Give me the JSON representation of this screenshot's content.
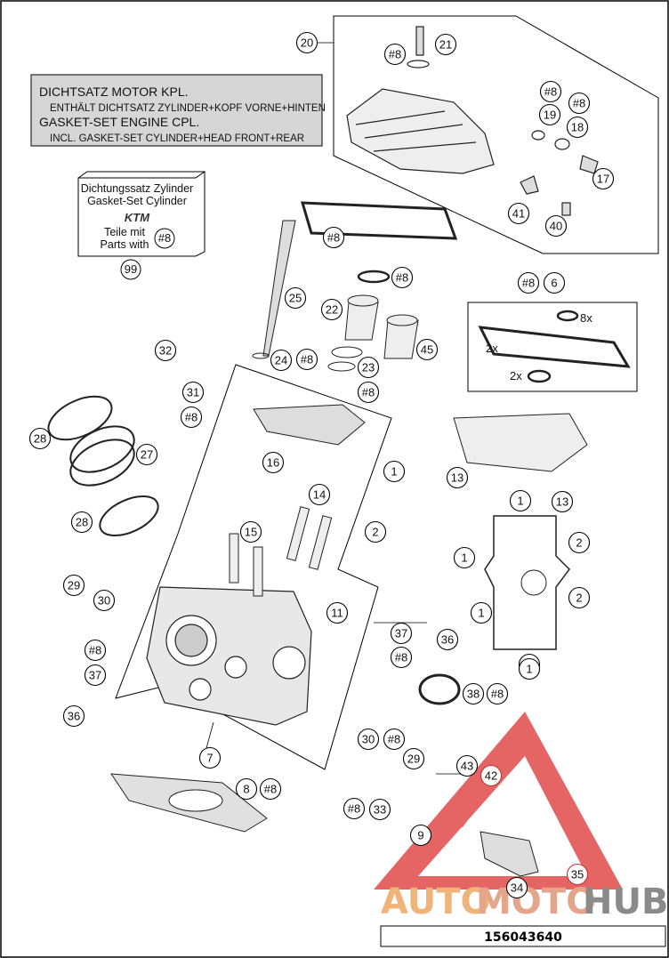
{
  "gasket_box": {
    "line1": "DICHTSATZ MOTOR KPL.",
    "line2": "ENTHÄLT DICHTSATZ ZYLINDER+KOPF VORNE+HINTEN",
    "line3": "GASKET-SET ENGINE CPL.",
    "line4": "INCL. GASKET-SET CYLINDER+HEAD FRONT+REAR"
  },
  "kit_box": {
    "line1": "Dichtungssatz Zylinder",
    "line2": "Gasket-Set Cylinder",
    "logo": "KTM",
    "line3": "Teile mit",
    "line4": "Parts with",
    "ref": "#8",
    "number": "99"
  },
  "callouts": [
    {
      "id": "c20",
      "text": "20"
    },
    {
      "id": "c21",
      "text": "21"
    },
    {
      "id": "c8a",
      "text": "#8"
    },
    {
      "id": "c8b",
      "text": "#8"
    },
    {
      "id": "c8c",
      "text": "#8"
    },
    {
      "id": "c19",
      "text": "19"
    },
    {
      "id": "c18",
      "text": "18"
    },
    {
      "id": "c17",
      "text": "17"
    },
    {
      "id": "c41",
      "text": "41"
    },
    {
      "id": "c40",
      "text": "40"
    },
    {
      "id": "c8d",
      "text": "#8"
    },
    {
      "id": "c8e",
      "text": "#8"
    },
    {
      "id": "c8f",
      "text": "#8"
    },
    {
      "id": "c6",
      "text": "6"
    },
    {
      "id": "c25",
      "text": "25"
    },
    {
      "id": "c22",
      "text": "22"
    },
    {
      "id": "c45",
      "text": "45"
    },
    {
      "id": "c24",
      "text": "24"
    },
    {
      "id": "c8g",
      "text": "#8"
    },
    {
      "id": "c23",
      "text": "23"
    },
    {
      "id": "c8h",
      "text": "#8"
    },
    {
      "id": "c32",
      "text": "32"
    },
    {
      "id": "c31",
      "text": "31"
    },
    {
      "id": "c8i",
      "text": "#8"
    },
    {
      "id": "c28a",
      "text": "28"
    },
    {
      "id": "c27",
      "text": "27"
    },
    {
      "id": "c16",
      "text": "16"
    },
    {
      "id": "c13a",
      "text": "13"
    },
    {
      "id": "c13b",
      "text": "13"
    },
    {
      "id": "c1a",
      "text": "1"
    },
    {
      "id": "c14",
      "text": "14"
    },
    {
      "id": "c2a",
      "text": "2"
    },
    {
      "id": "c28b",
      "text": "28"
    },
    {
      "id": "c15",
      "text": "15"
    },
    {
      "id": "c1b",
      "text": "1"
    },
    {
      "id": "c2b",
      "text": "2"
    },
    {
      "id": "c1c",
      "text": "1"
    },
    {
      "id": "c2c",
      "text": "2"
    },
    {
      "id": "c1d",
      "text": "1"
    },
    {
      "id": "c1e",
      "text": "1"
    },
    {
      "id": "c1f",
      "text": "1"
    },
    {
      "id": "c29a",
      "text": "29"
    },
    {
      "id": "c30a",
      "text": "30"
    },
    {
      "id": "c11",
      "text": "11"
    },
    {
      "id": "c37a",
      "text": "37"
    },
    {
      "id": "c36a",
      "text": "36"
    },
    {
      "id": "c8j",
      "text": "#8"
    },
    {
      "id": "c8k",
      "text": "#8"
    },
    {
      "id": "c37b",
      "text": "37"
    },
    {
      "id": "c38",
      "text": "38"
    },
    {
      "id": "c8l",
      "text": "#8"
    },
    {
      "id": "c36b",
      "text": "36"
    },
    {
      "id": "c7",
      "text": "7"
    },
    {
      "id": "c30b",
      "text": "30"
    },
    {
      "id": "c8m",
      "text": "#8"
    },
    {
      "id": "c29b",
      "text": "29"
    },
    {
      "id": "c43",
      "text": "43"
    },
    {
      "id": "c42",
      "text": "42"
    },
    {
      "id": "c8n",
      "text": "8"
    },
    {
      "id": "c8o",
      "text": "#8"
    },
    {
      "id": "c8p",
      "text": "#8"
    },
    {
      "id": "c33",
      "text": "33"
    },
    {
      "id": "c9",
      "text": "9"
    },
    {
      "id": "c35",
      "text": "35"
    },
    {
      "id": "c34",
      "text": "34"
    }
  ],
  "labels": {
    "x8": "8x",
    "x2a": "2x",
    "x2b": "2x"
  },
  "watermark": {
    "part1": "AUTO",
    "part2": "MOTO",
    "part3": "HUB"
  },
  "footer": {
    "document_number": "156043640"
  }
}
